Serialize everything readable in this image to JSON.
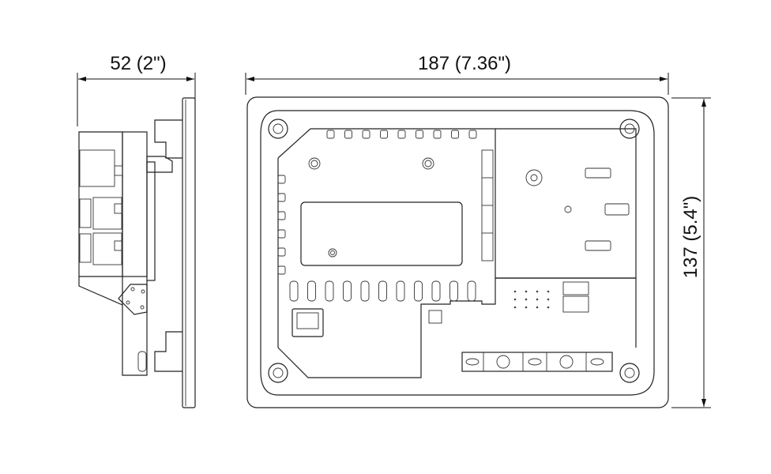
{
  "dimensions": {
    "depth_label": "52 (2\")",
    "width_label": "187 (7.36\")",
    "height_label": "137 (5.4\")"
  },
  "colors": {
    "line": "#222222",
    "background": "#ffffff"
  }
}
